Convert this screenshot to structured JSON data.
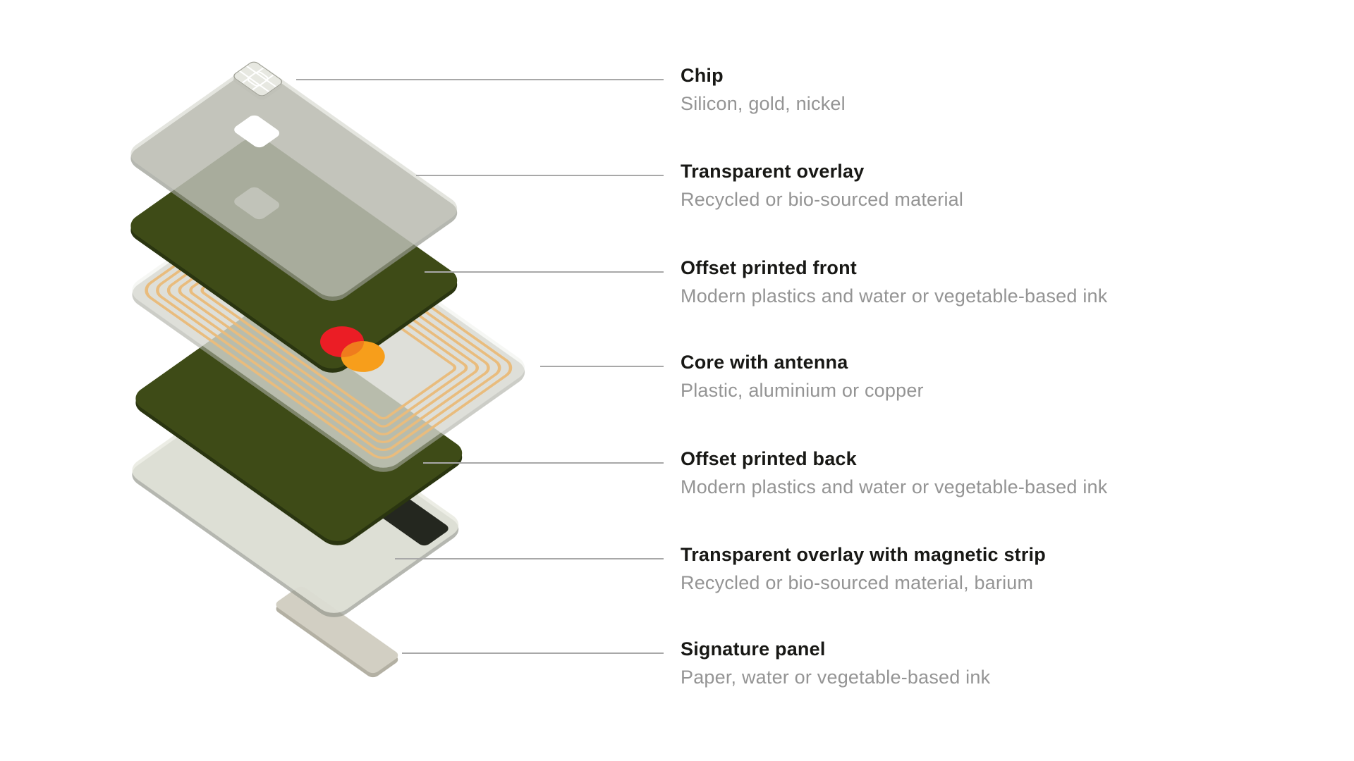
{
  "labels": [
    {
      "title": "Chip",
      "subtitle": "Silicon, gold, nickel"
    },
    {
      "title": "Transparent overlay",
      "subtitle": "Recycled or bio-sourced material"
    },
    {
      "title": "Offset printed front",
      "subtitle": "Modern plastics and water or vegetable-based ink"
    },
    {
      "title": "Core with antenna",
      "subtitle": "Plastic, aluminium or copper"
    },
    {
      "title": "Offset printed back",
      "subtitle": "Modern plastics and water or vegetable-based ink"
    },
    {
      "title": "Transparent overlay with magnetic strip",
      "subtitle": "Recycled or bio-sourced material, barium"
    },
    {
      "title": "Signature panel",
      "subtitle": "Paper, water or vegetable-based ink"
    }
  ],
  "colors": {
    "background": "#ffffff",
    "card-green": "#3e4b17",
    "green-edge": "#2a3510",
    "overlay-fill": "rgba(206,208,196,0.55)",
    "overlay-edge": "rgba(150,152,142,0.7)",
    "core-fill": "rgba(238,239,233,0.52)",
    "core-edge": "rgba(170,172,162,0.6)",
    "coil-gold": "#e9bc7d",
    "mag-overlay-fill": "rgba(231,232,223,0.8)",
    "mag-strip": "#24271f",
    "signature-fill": "#d2cfc3",
    "signature-edge": "#b3b0a3",
    "chip-fill": "#e7e8e1",
    "chip-outline": "#a2a399",
    "chip-edge": "#c0c1b8",
    "mc-red": "#eb1d25",
    "mc-yellow": "#f79e1b",
    "mc-overlap": "#ef7c1d",
    "leader-line": "#a8a8a8",
    "title-color": "#181815",
    "subtitle-color": "#949494"
  }
}
